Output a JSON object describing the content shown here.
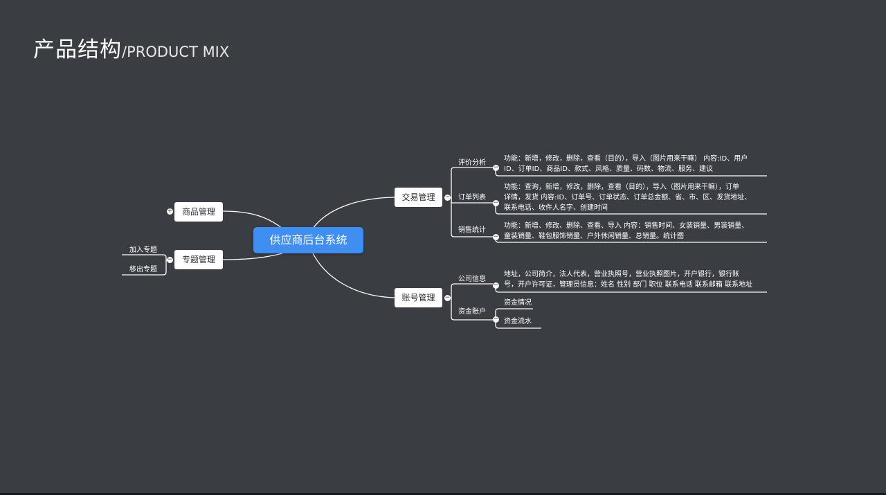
{
  "title": {
    "cn": "产品结构",
    "en": "/PRODUCT MIX"
  },
  "root": "供应商后台系统",
  "left": {
    "product_mgmt": "商品管理",
    "topic_mgmt": "专题管理",
    "topic_children": [
      "加入专题",
      "移出专题"
    ]
  },
  "trade": {
    "label": "交易管理",
    "review": {
      "label": "评价分析",
      "desc": [
        "功能：新增，修改，删除，查看（目的），导入（图片用来干嘛） 内容:ID、用户",
        "ID、订单ID、商品ID、款式、风格、质量、码数、物流、服务、建议"
      ]
    },
    "orders": {
      "label": "订单列表",
      "desc": [
        "功能：查询，新增，修改，删除，查看（目的），导入（图片用来干嘛），订单",
        "详情，发货 内容:ID、订单号、订单状态、订单总金额、省、市、区、发货地址、",
        "联系电话、收件人名字、创建时间"
      ]
    },
    "sales": {
      "label": "销售统计",
      "desc": [
        "功能：新增、修改、删除、查看、导入 内容：销售时间、女装销量、男装销量、",
        "童装销量、鞋包服饰销量、户外休闲销量、总销量。统计图"
      ]
    }
  },
  "account": {
    "label": "账号管理",
    "company": {
      "label": "公司信息",
      "desc": [
        "地址，公司简介，法人代表，营业执照号，营业执照图片，开户银行，银行账",
        "号，开户许可证，管理员信息：姓名 性别 部门 职位 联系电话 联系邮箱 联系地址"
      ]
    },
    "funds": {
      "label": "资金账户",
      "children": [
        "资金情况",
        "资金流水"
      ]
    }
  },
  "toggles": {
    "collapsed": "+",
    "expanded": "−"
  }
}
